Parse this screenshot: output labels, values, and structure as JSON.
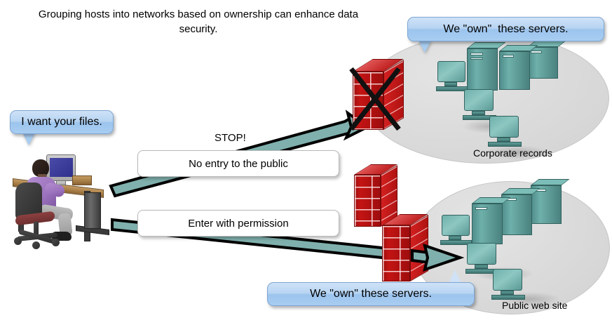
{
  "title": "Grouping hosts into networks based on ownership can enhance data security.",
  "bubbles": {
    "thief": "I want your files.",
    "corporate": "We \"own\"  these servers.",
    "public": "We \"own\" these servers."
  },
  "callouts": {
    "no_entry": "No entry to the public",
    "permission": "Enter with permission"
  },
  "labels": {
    "stop": "STOP!",
    "corporate_network": "Corporate records",
    "public_network": "Public web site"
  },
  "icons": {
    "attacker": "person-at-computer-icon",
    "firewall_blocked": "brick-firewall-blocked-icon",
    "firewall_middle": "brick-firewall-icon",
    "firewall_gateway": "brick-firewall-gateway-icon",
    "blocked_mark": "x-cross-icon",
    "arrow_blocked": "arrow-blocked-icon",
    "arrow_allowed": "arrow-allowed-icon",
    "server": "server-icon",
    "workstation": "desktop-computer-icon",
    "network_cloud": "network-ellipse-icon"
  },
  "colors": {
    "arrow_fill": "#7fb0ad",
    "arrow_outline": "#000000",
    "brick": "#c41414",
    "server_teal": "#5e9e9a",
    "cloud_gray": "#dadada",
    "bubble_blue": "#a8cdf1",
    "callout_white": "#ffffff",
    "text": "#000000"
  },
  "counts": {
    "corporate_servers": 3,
    "corporate_workstations": 3,
    "public_servers": 3,
    "public_workstations": 3
  }
}
